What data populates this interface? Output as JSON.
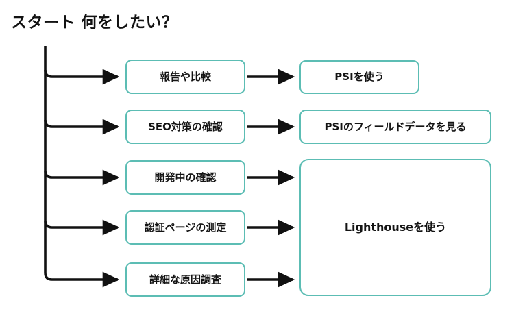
{
  "diagram": {
    "title": "スタート 何をしたい？",
    "colors": {
      "node_border": "#5cbdb4",
      "node_fill": "#ffffff",
      "connector": "#111111",
      "text": "#141414",
      "background": "#ffffff"
    },
    "left_nodes": [
      {
        "label": "報告や比較"
      },
      {
        "label": "SEO対策の確認"
      },
      {
        "label": "開発中の確認"
      },
      {
        "label": "認証ページの測定"
      },
      {
        "label": "詳細な原因調査"
      }
    ],
    "right_nodes": [
      {
        "label": "PSIを使う"
      },
      {
        "label": "PSIのフィールドデータを見る"
      },
      {
        "label": "Lighthouseを使う"
      }
    ]
  }
}
